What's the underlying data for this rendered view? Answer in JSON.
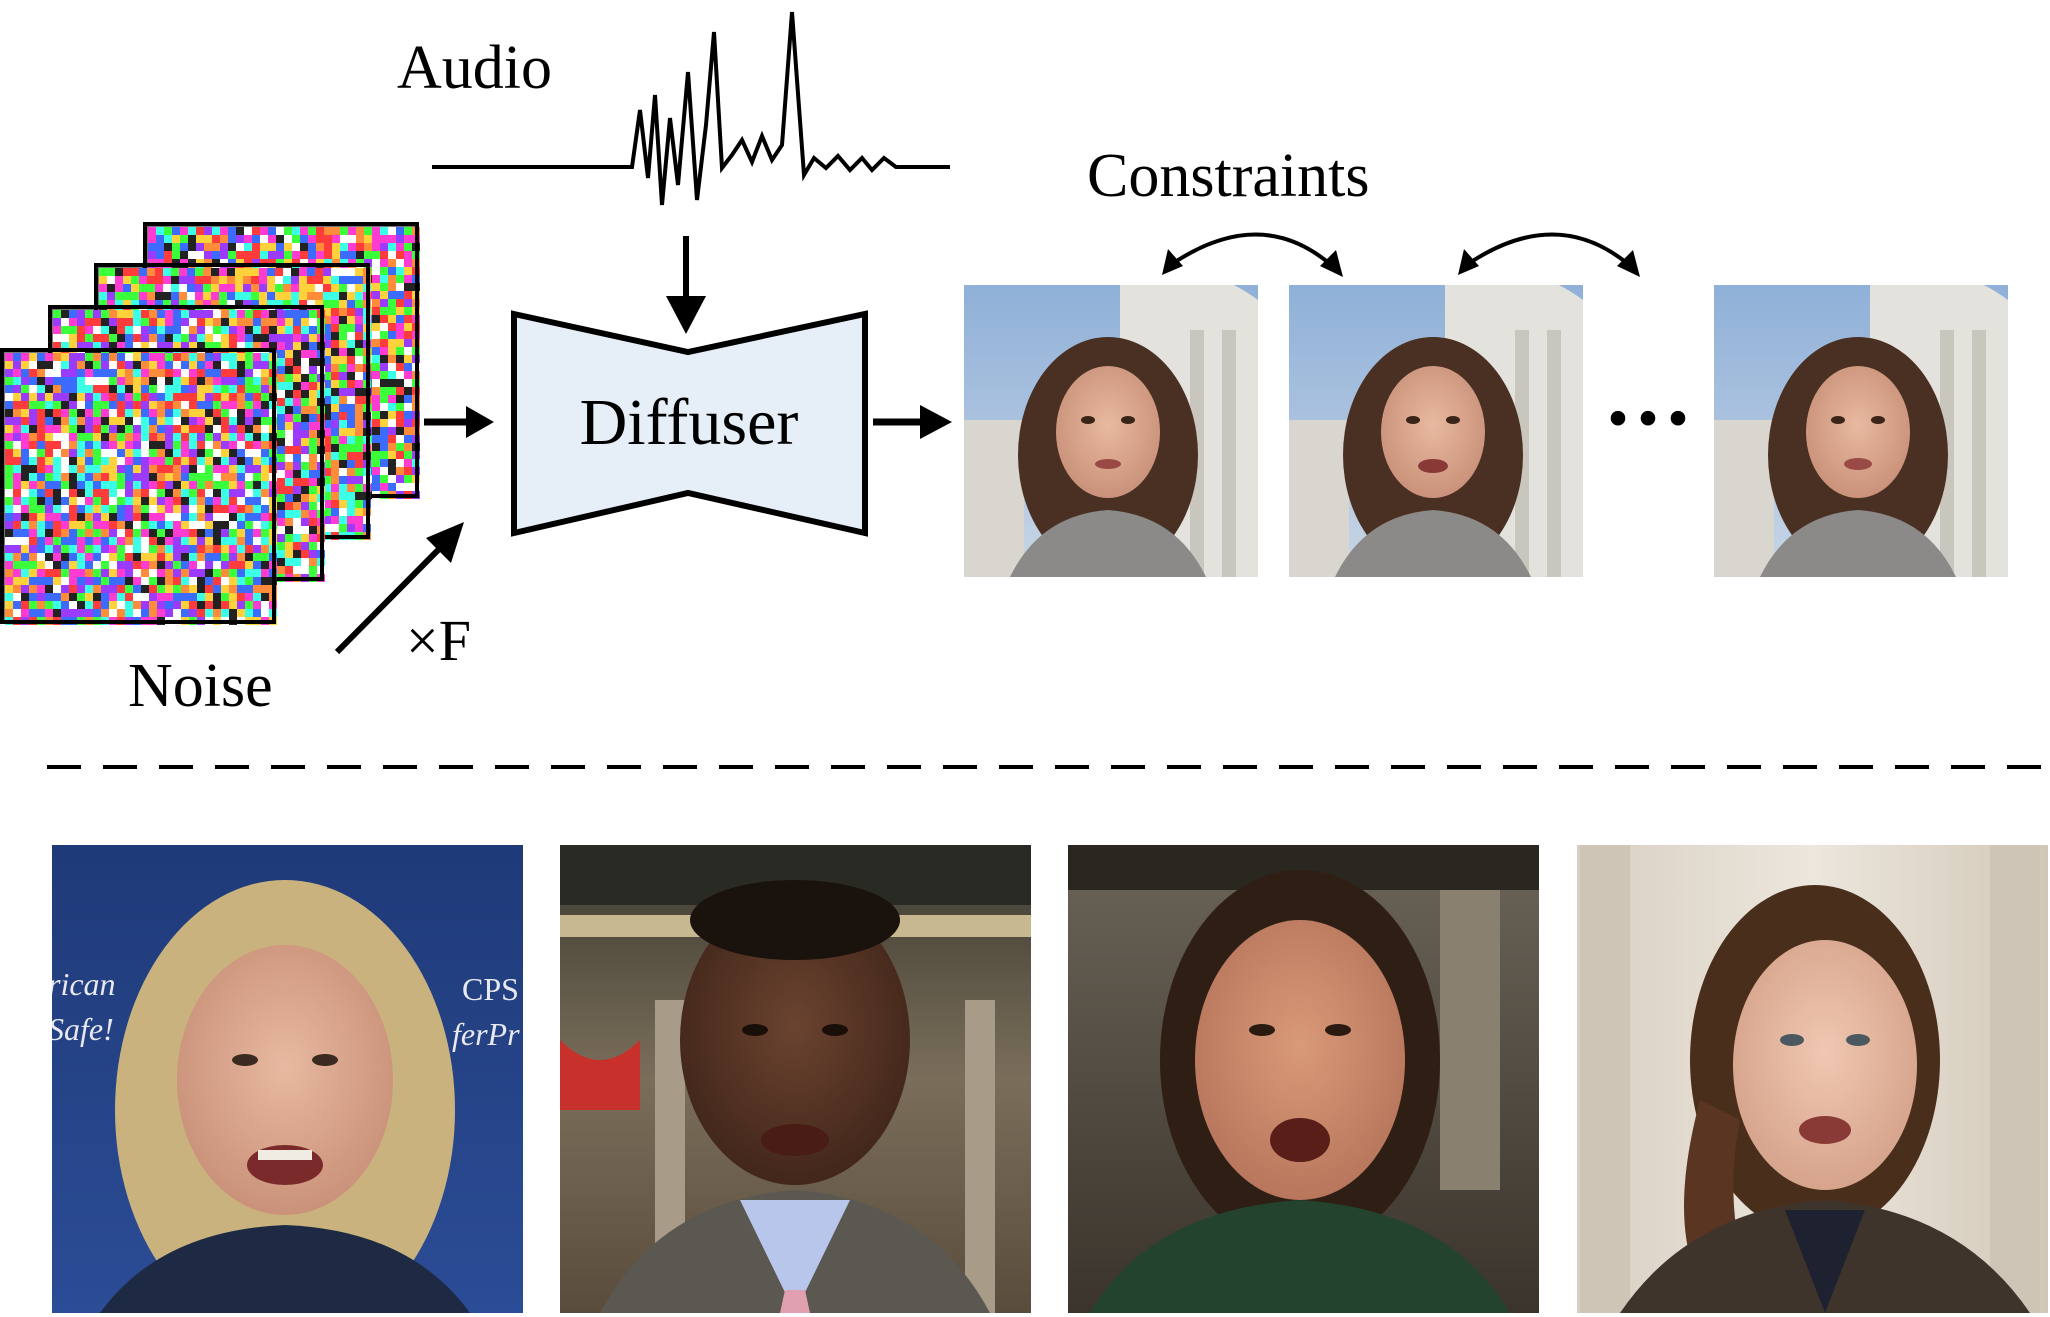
{
  "labels": {
    "audio": "Audio",
    "constraints": "Constraints",
    "diffuser": "Diffuser",
    "noise": "Noise",
    "multiplier": "×F",
    "ellipsis": "···"
  },
  "colors": {
    "diffuser_fill": "#e6eef8",
    "stroke": "#000000",
    "noise_palette": [
      "#ff3b3b",
      "#3bff3b",
      "#3b6bff",
      "#ffd23b",
      "#ff3bd2",
      "#3bffe6",
      "#ffffff",
      "#222222",
      "#9b3bff",
      "#ff8c3b"
    ]
  },
  "photos": {
    "top_sequence": [
      {
        "subject": "woman in front of capitol dome, frame 1"
      },
      {
        "subject": "woman in front of capitol dome, frame 2"
      },
      {
        "subject": "woman in front of capitol dome, frame F"
      }
    ],
    "bottom_row": [
      {
        "subject": "blonde woman speaking, blue backdrop",
        "backdrop_text_1": "rican",
        "backdrop_text_2": "Safe!",
        "backdrop_text_3": "CPS",
        "backdrop_text_4": "ferPr"
      },
      {
        "subject": "man in suit, ornate hall"
      },
      {
        "subject": "man in green polo, workshop"
      },
      {
        "subject": "woman in blazer, marble hall"
      }
    ]
  }
}
